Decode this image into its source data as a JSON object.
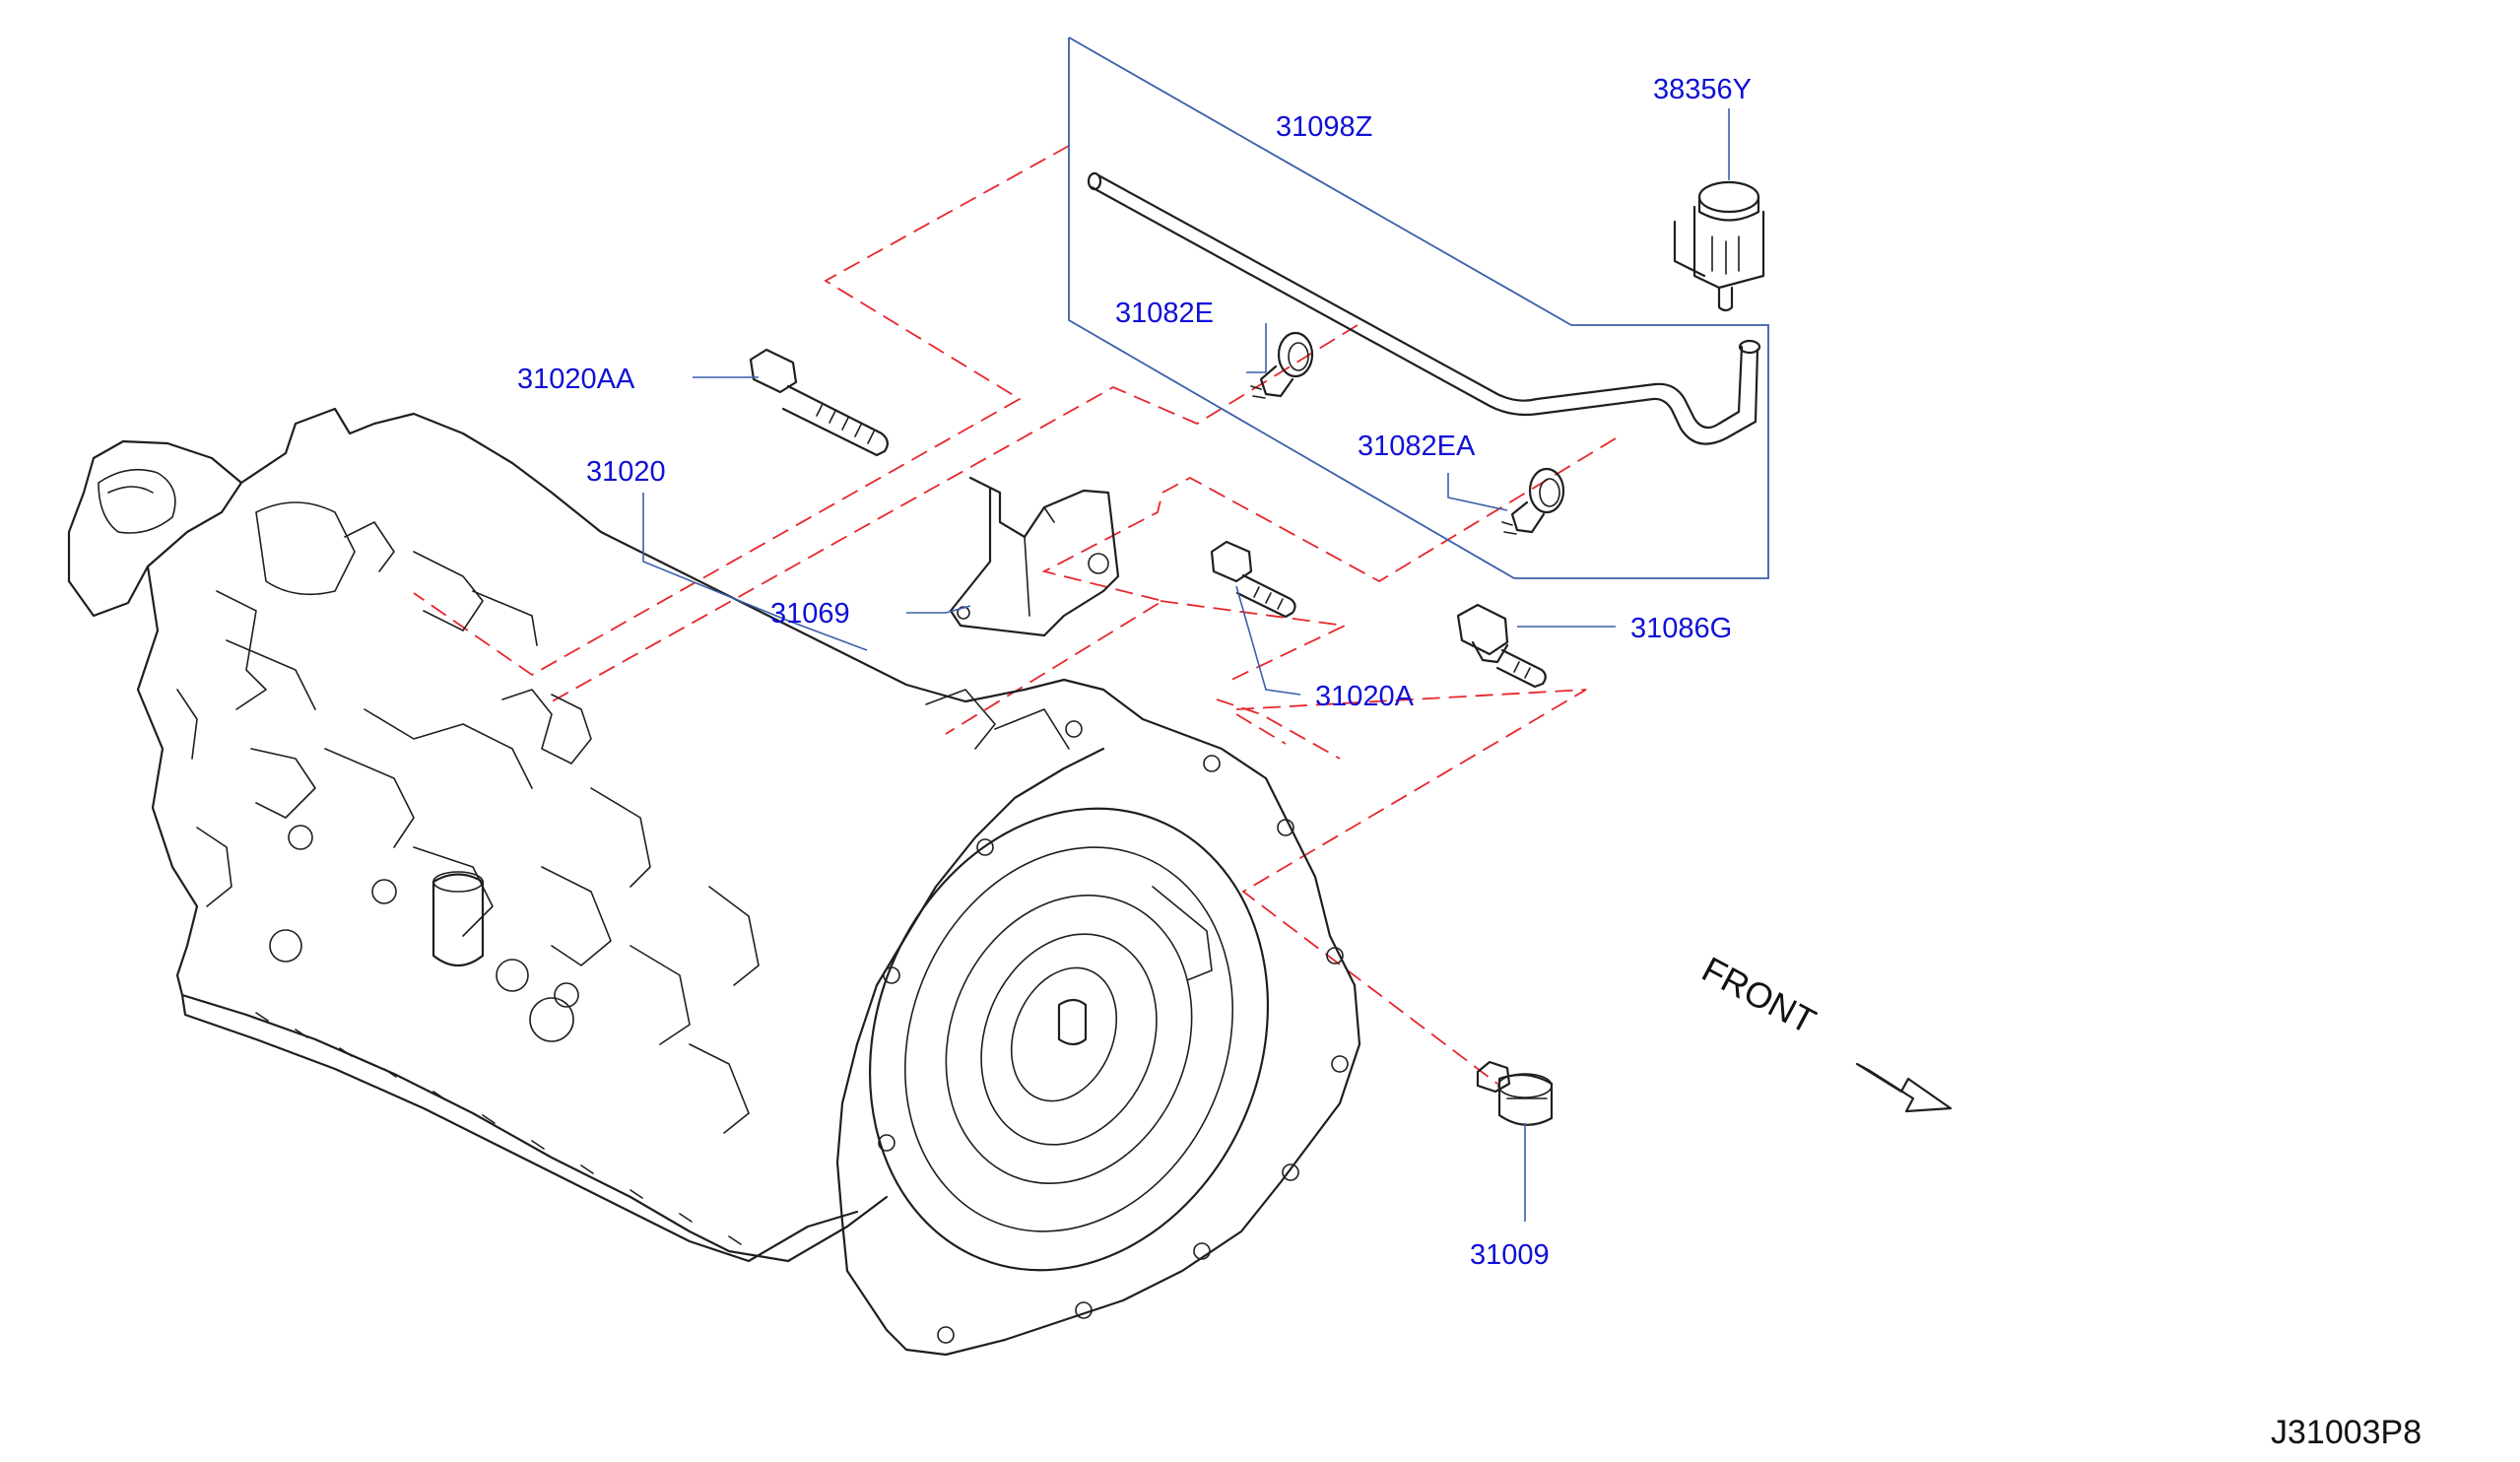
{
  "diagram": {
    "diagram_code": "J31003P8",
    "direction_label": "FRONT",
    "parts": [
      {
        "id": "part-38356Y",
        "number": "38356Y"
      },
      {
        "id": "part-31098Z",
        "number": "31098Z"
      },
      {
        "id": "part-31082E",
        "number": "31082E"
      },
      {
        "id": "part-31020AA",
        "number": "31020AA"
      },
      {
        "id": "part-31020",
        "number": "31020"
      },
      {
        "id": "part-31082EA",
        "number": "31082EA"
      },
      {
        "id": "part-31069",
        "number": "31069"
      },
      {
        "id": "part-31086G",
        "number": "31086G"
      },
      {
        "id": "part-31020A",
        "number": "31020A"
      },
      {
        "id": "part-31009",
        "number": "31009"
      }
    ],
    "colors": {
      "label_text": "#1010d8",
      "leader_line": "#3a5fa8",
      "assembly_dash": "#e8262a",
      "linework": "#1f1f1f"
    }
  }
}
